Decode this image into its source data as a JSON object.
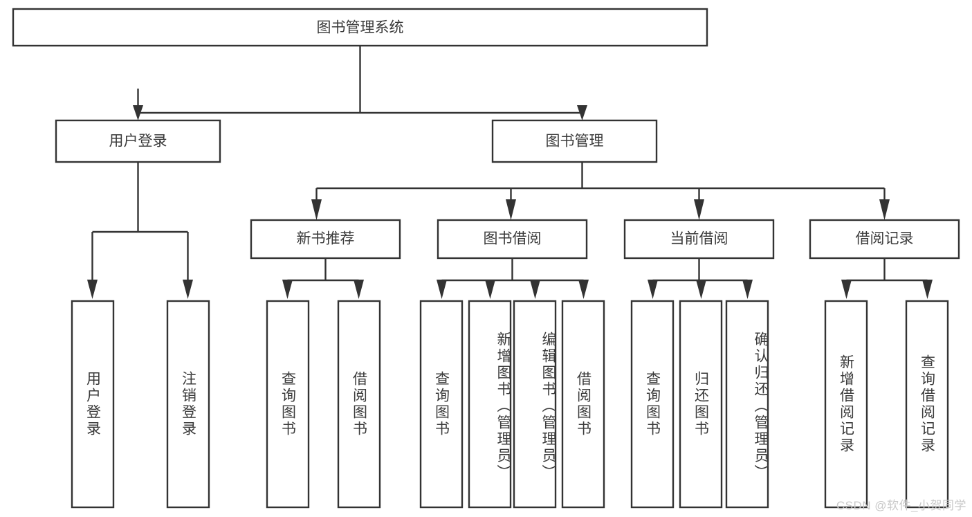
{
  "diagram": {
    "type": "tree",
    "title": "图书管理系统",
    "watermark": "CSDN @软件_小贺同学",
    "colors": {
      "stroke": "#333333",
      "box_fill": "#ffffff",
      "text": "#3a3a3a",
      "watermark": "#c9c9c9",
      "background": "#ffffff"
    },
    "root": {
      "label": "图书管理系统"
    },
    "level1": [
      {
        "label": "用户登录"
      },
      {
        "label": "图书管理"
      }
    ],
    "level2": [
      {
        "label": "新书推荐"
      },
      {
        "label": "图书借阅"
      },
      {
        "label": "当前借阅"
      },
      {
        "label": "借阅记录"
      }
    ],
    "leaves": {
      "user_login": [
        {
          "label": "用户登录"
        },
        {
          "label": "注销登录"
        }
      ],
      "new_book_recommend": [
        {
          "label": "查询图书"
        },
        {
          "label": "借阅图书"
        }
      ],
      "book_borrow": [
        {
          "label": "查询图书"
        },
        {
          "label": "新增图书（管理员）"
        },
        {
          "label": "编辑图书（管理员）"
        },
        {
          "label": "借阅图书"
        }
      ],
      "current_borrow": [
        {
          "label": "查询图书"
        },
        {
          "label": "归还图书"
        },
        {
          "label": "确认归还（管理员）"
        }
      ],
      "borrow_record": [
        {
          "label": "新增借阅记录"
        },
        {
          "label": "查询借阅记录"
        }
      ]
    }
  }
}
